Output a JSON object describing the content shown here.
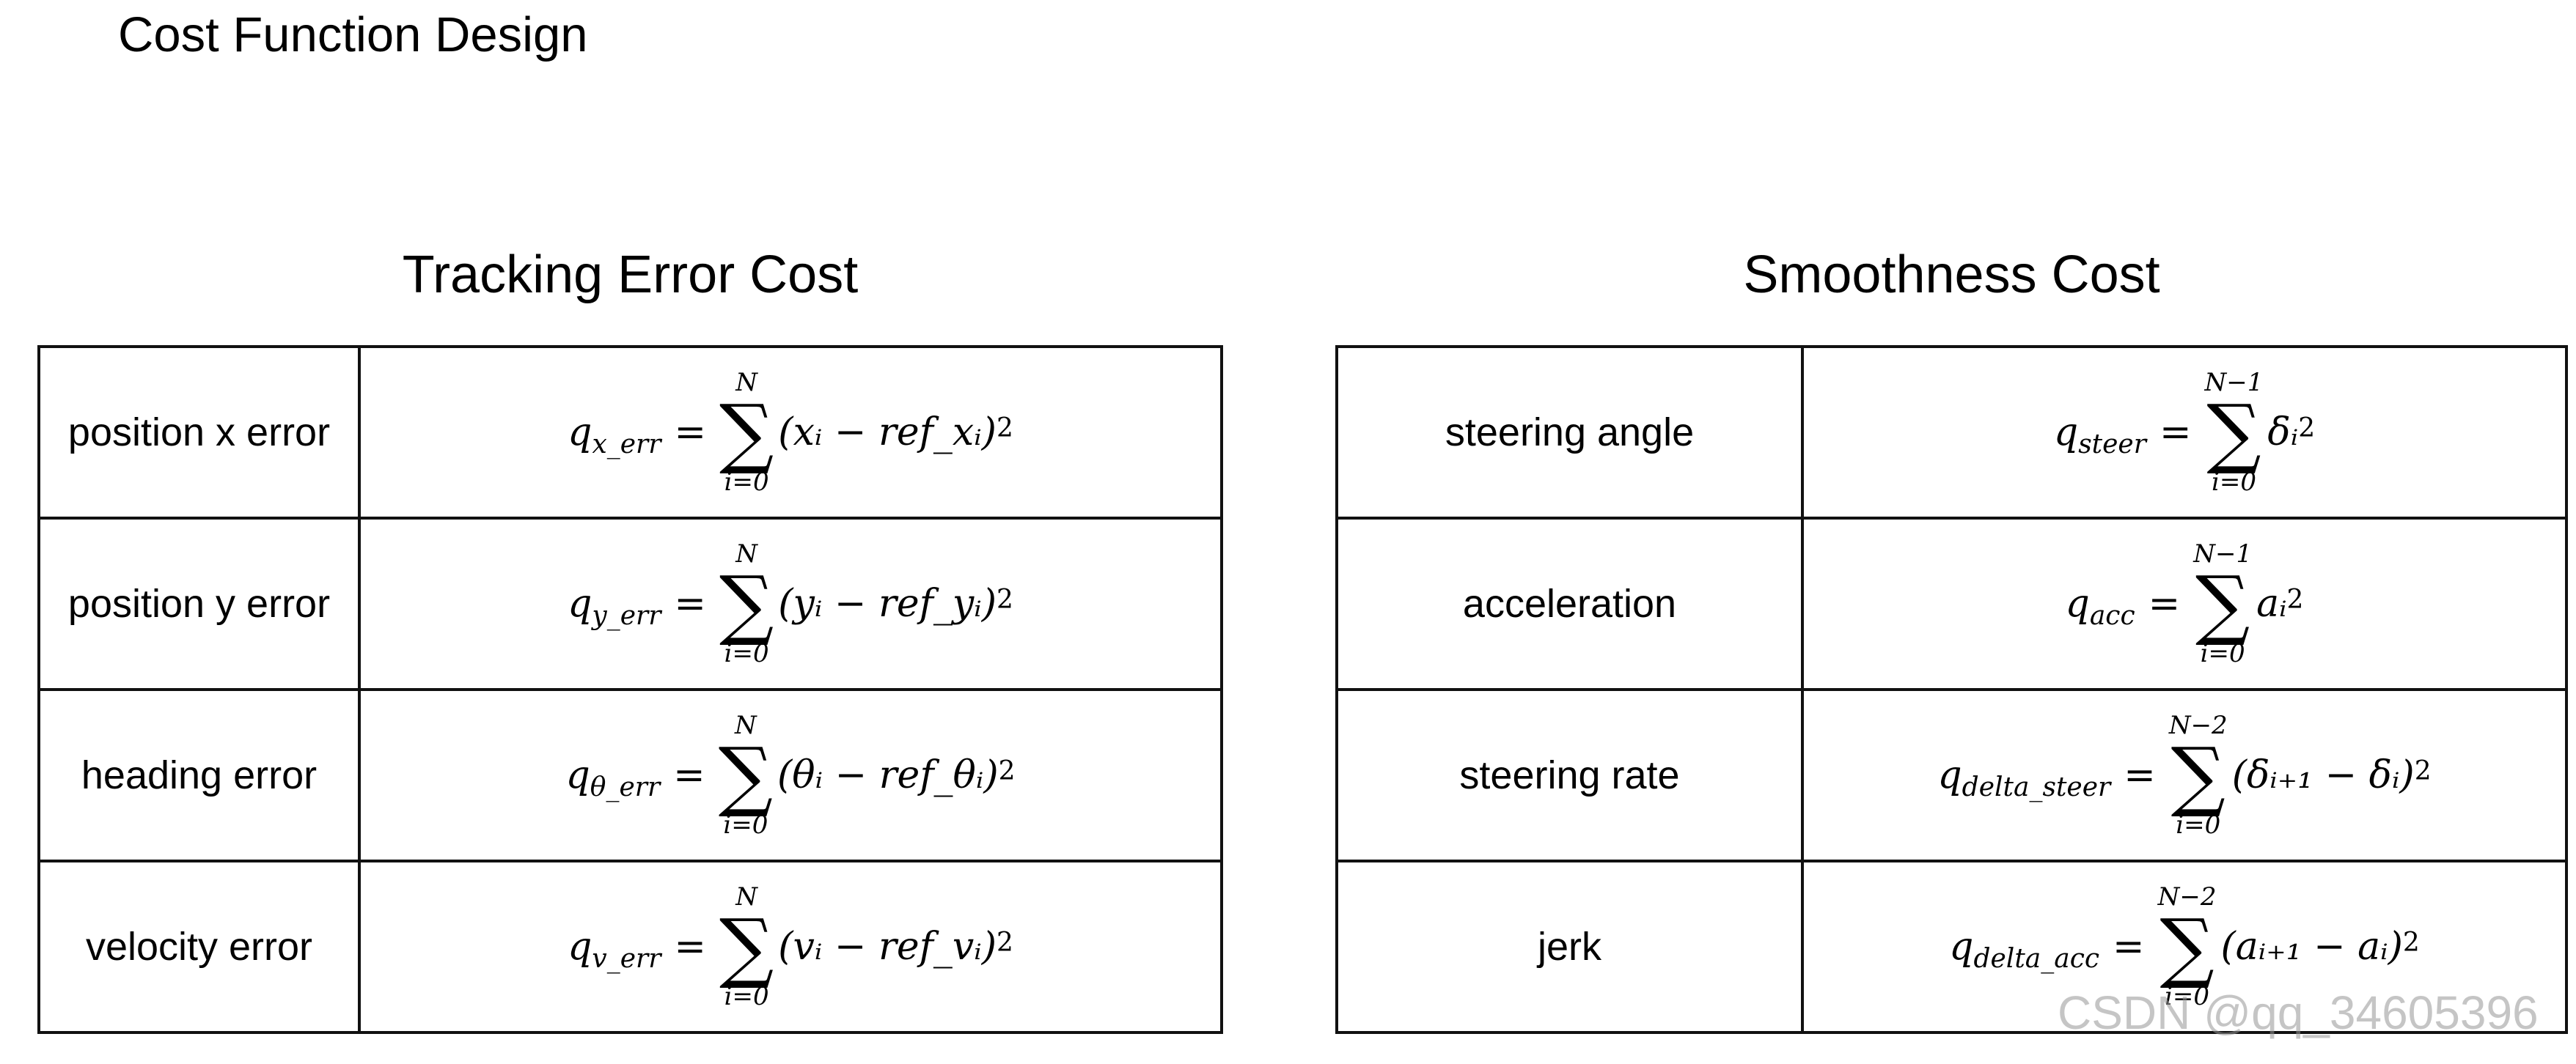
{
  "page_title": "Cost Function Design",
  "tracking": {
    "title": "Tracking Error Cost",
    "rows": [
      {
        "label": "position x error",
        "q": "q",
        "q_sub": "x_err",
        "upper": "N",
        "lower": "i=0",
        "term": "(xᵢ − ref_xᵢ)",
        "exp": "2"
      },
      {
        "label": "position y error",
        "q": "q",
        "q_sub": "y_err",
        "upper": "N",
        "lower": "i=0",
        "term": "(yᵢ − ref_yᵢ)",
        "exp": "2"
      },
      {
        "label": "heading error",
        "q": "q",
        "q_sub": "θ_err",
        "upper": "N",
        "lower": "i=0",
        "term": "(θᵢ − ref_θᵢ)",
        "exp": "2"
      },
      {
        "label": "velocity error",
        "q": "q",
        "q_sub": "v_err",
        "upper": "N",
        "lower": "i=0",
        "term": "(vᵢ − ref_vᵢ)",
        "exp": "2"
      }
    ]
  },
  "smoothness": {
    "title": "Smoothness Cost",
    "rows": [
      {
        "label": "steering angle",
        "q": "q",
        "q_sub": "steer",
        "upper": "N−1",
        "lower": "i=0",
        "term": "δᵢ",
        "exp": "2"
      },
      {
        "label": "acceleration",
        "q": "q",
        "q_sub": "acc",
        "upper": "N−1",
        "lower": "i=0",
        "term": "aᵢ",
        "exp": "2"
      },
      {
        "label": "steering rate",
        "q": "q",
        "q_sub": "delta_steer",
        "upper": "N−2",
        "lower": "i=0",
        "term": "(δᵢ₊₁ − δᵢ)",
        "exp": "2"
      },
      {
        "label": "jerk",
        "q": "q",
        "q_sub": "delta_acc",
        "upper": "N−2",
        "lower": "i=0",
        "term": "(aᵢ₊₁ − aᵢ)",
        "exp": "2"
      }
    ]
  },
  "symbols": {
    "eq": "=",
    "sigma": "∑"
  },
  "watermark": "CSDN @qq_34605396"
}
